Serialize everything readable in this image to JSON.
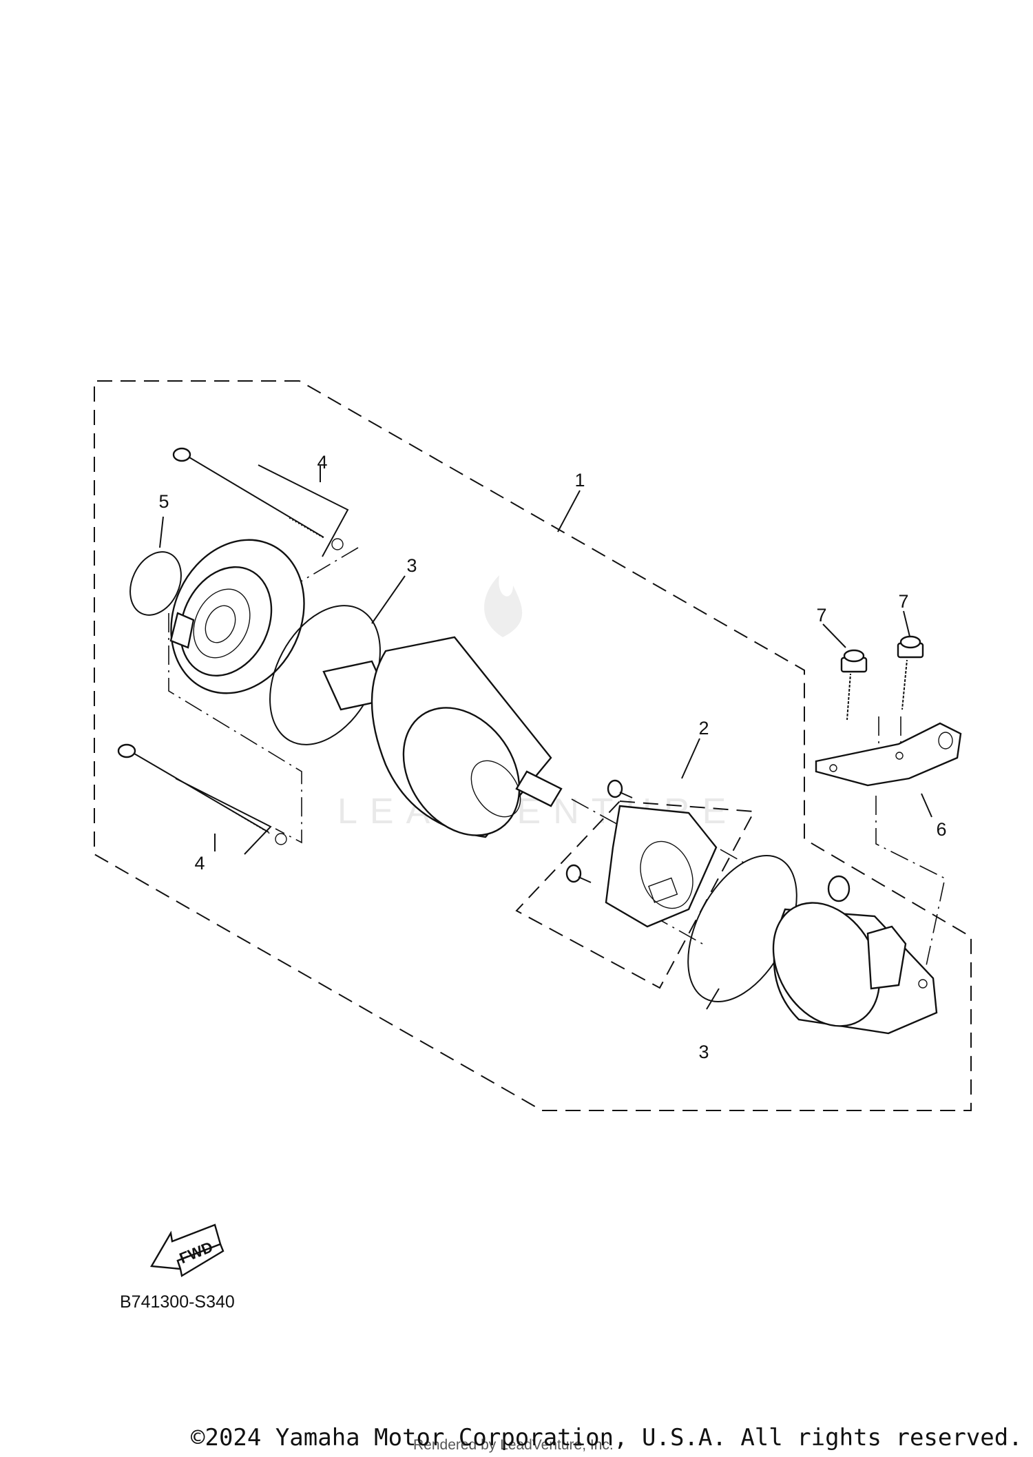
{
  "diagram": {
    "callouts": {
      "c1": "1",
      "c2": "2",
      "c3a": "3",
      "c3b": "3",
      "c4a": "4",
      "c4b": "4",
      "c5": "5",
      "c6": "6",
      "c7a": "7",
      "c7b": "7"
    },
    "fwd_label": "FWD",
    "diagram_code": "B741300-S340",
    "watermark": "LEADVENTURE",
    "footer": {
      "copyright": "©2024 Yamaha Motor Corporation, U.S.A. All rights reserved.",
      "rendered_by": "Rendered by LeadVenture, Inc."
    }
  },
  "icons": {
    "fwd_arrow": "fwd-arrow-icon",
    "watermark_logo": "flame-logo-icon"
  }
}
